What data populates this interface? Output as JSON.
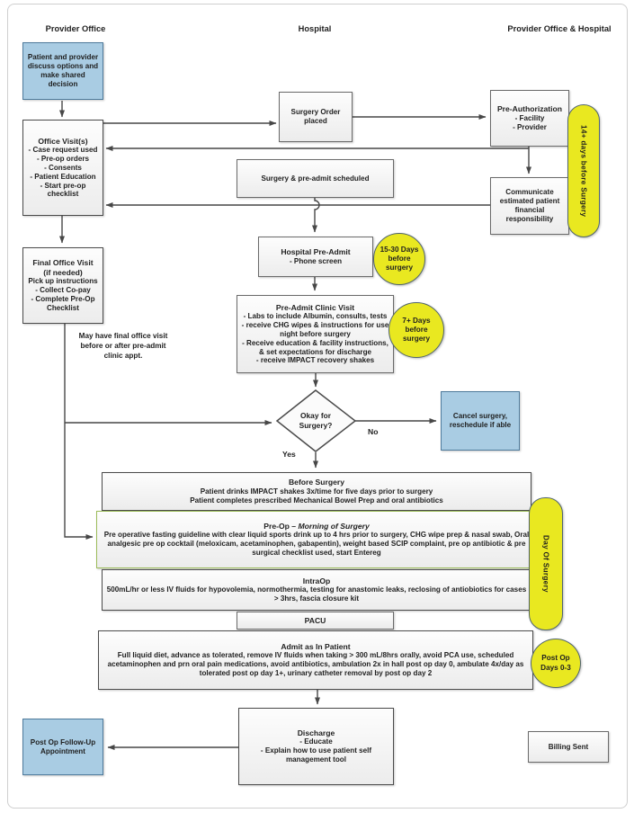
{
  "colors": {
    "blueFill": "#a9cce3",
    "blueBorder": "#4e7a9b",
    "yellowFill": "#e9e820",
    "yellowBorder": "#50646f",
    "greenBorder": "#9bbb59",
    "lineColor": "#474747"
  },
  "columns": {
    "left": "Provider Office",
    "center": "Hospital",
    "right": "Provider Office & Hospital"
  },
  "nodes": {
    "shared_decision": {
      "text": "Patient and provider\ndiscuss options and\nmake shared\ndecision"
    },
    "office_visit": {
      "title": "Office Visit(s)",
      "body": "- Case request used\n- Pre-op orders\n- Consents\n- Patient Education\n- Start pre-op\nchecklist"
    },
    "final_office_visit": {
      "title": "Final Office Visit\n(if needed)",
      "body": "Pick up instructions\n- Collect Co-pay\n- Complete Pre-Op\nChecklist"
    },
    "surgery_order": {
      "text": "Surgery Order\nplaced"
    },
    "surgery_scheduled": {
      "text": "Surgery & pre-admit scheduled"
    },
    "pre_authorization": {
      "title": "Pre-Authorization",
      "body": "- Facility\n- Provider"
    },
    "communicate": {
      "text": "Communicate\nestimated patient\nfinancial\nresponsibility"
    },
    "hospital_preadmit": {
      "title": "Hospital Pre-Admit",
      "body": "- Phone screen"
    },
    "preadmit_clinic": {
      "title": "Pre-Admit Clinic Visit",
      "body": "- Labs to include Albumin, consults, tests\n- receive CHG wipes & instructions for use\nnight before surgery\n- Receive education & facility instructions,\n& set expectations for discharge\n- receive IMPACT recovery shakes"
    },
    "decision": {
      "text": "Okay for\nSurgery?"
    },
    "cancel": {
      "text": "Cancel surgery,\nreschedule if able"
    },
    "before_surgery": {
      "title": "Before Surgery",
      "body": "Patient drinks IMPACT shakes 3x/time for five days prior to surgery\nPatient completes prescribed Mechanical Bowel Prep and oral antibiotics"
    },
    "pre_op": {
      "title_prefix": "Pre-Op – ",
      "title_italic": "Morning of Surgery",
      "body": "Pre operative fasting guideline with clear liquid sports drink up to 4 hrs prior to surgery, CHG wipe prep & nasal swab, Oral analgesic pre op cocktail (meloxicam, acetaminophen, gabapentin), weight based SCIP complaint, pre op antibiotic & pre surgical checklist used, start Entereg"
    },
    "intra_op": {
      "title": "IntraOp",
      "body": "500mL/hr or less IV fluids for hypovolemia, normothermia, testing for anastomic leaks, reclosing of antiobiotics for cases > 3hrs, fascia closure kit"
    },
    "pacu": {
      "title": "PACU"
    },
    "admit": {
      "title": "Admit as In Patient",
      "body": "Full liquid diet, advance as tolerated, remove IV fluids when taking > 300 mL/8hrs orally, avoid PCA use, scheduled acetaminophen and prn oral pain medications, avoid antibiotics, ambulation 2x in hall post op day 0, ambulate 4x/day as tolerated post op day 1+, urinary catheter removal by post op day 2"
    },
    "discharge": {
      "title": "Discharge",
      "body": "- Educate\n- Explain how to use patient self\nmanagement tool"
    },
    "postop_followup": {
      "text": "Post Op Follow-Up\nAppointment"
    },
    "billing": {
      "text": "Billing Sent"
    }
  },
  "badges": {
    "days14": "14+ days before Surgery",
    "days_15_30": "15-30 Days\nbefore\nsurgery",
    "days_7": "7+ Days\nbefore\nsurgery",
    "day_of_surgery": "Day Of Surgery",
    "post_op_days": "Post Op\nDays 0-3"
  },
  "labels": {
    "yes": "Yes",
    "no": "No"
  },
  "note": "May have final office visit\nbefore or after pre-admit\nclinic appt."
}
